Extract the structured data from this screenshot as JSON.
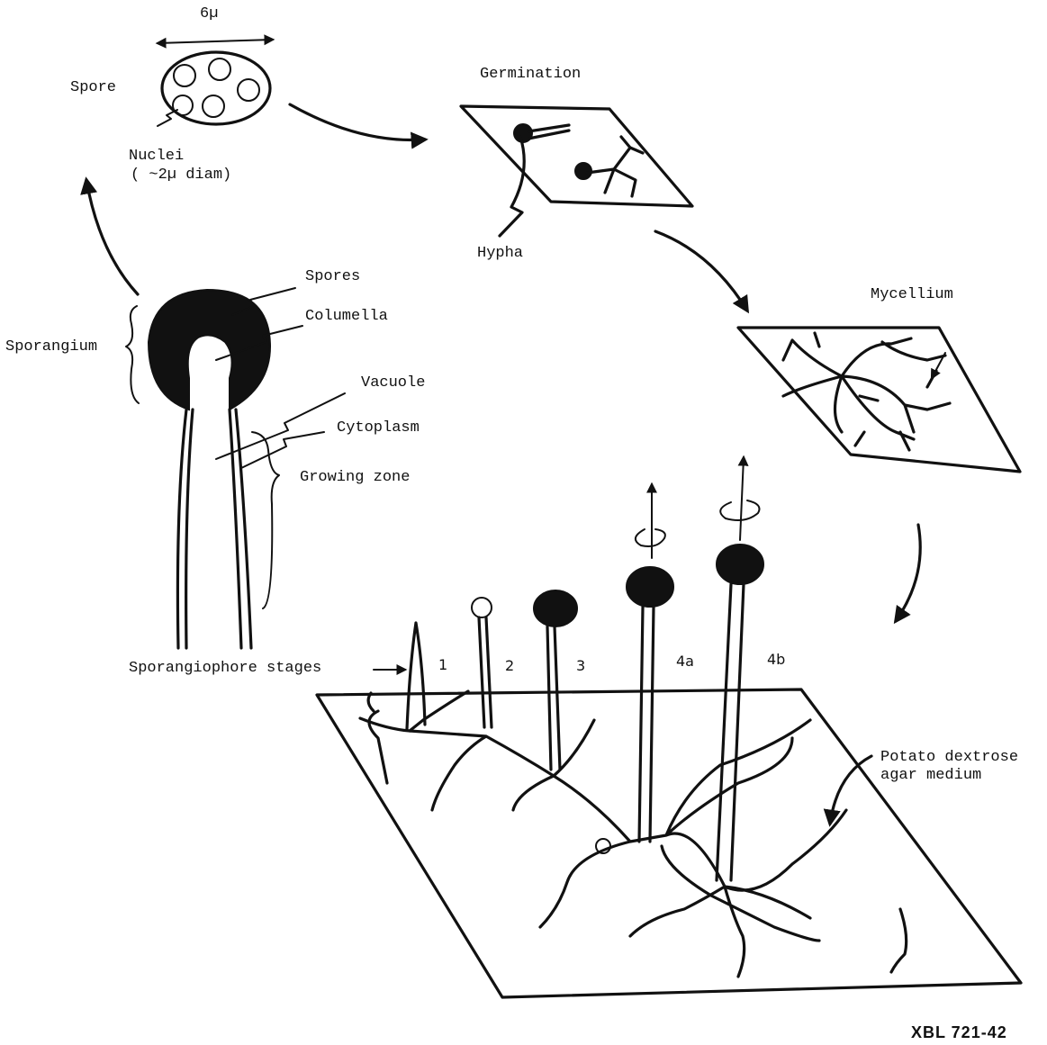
{
  "diagram": {
    "labels": {
      "spore_size": "6µ",
      "spore": "Spore",
      "nuclei": "Nuclei",
      "nuclei_size": "( ~2µ diam)",
      "germination": "Germination",
      "hypha": "Hypha",
      "mycelium": "Mycellium",
      "spores": "Spores",
      "columella": "Columella",
      "sporangium": "Sporangium",
      "vacuole": "Vacuole",
      "cytoplasm": "Cytoplasm",
      "growing_zone": "Growing zone",
      "sporangiophore_stages": "Sporangiophore stages",
      "stage_1": "1",
      "stage_2": "2",
      "stage_3": "3",
      "stage_4a": "4a",
      "stage_4b": "4b",
      "medium_line1": "Potato dextrose",
      "medium_line2": "agar medium",
      "figure_code": "XBL 721-42"
    },
    "colors": {
      "ink": "#111111",
      "paper": "#ffffff"
    }
  }
}
